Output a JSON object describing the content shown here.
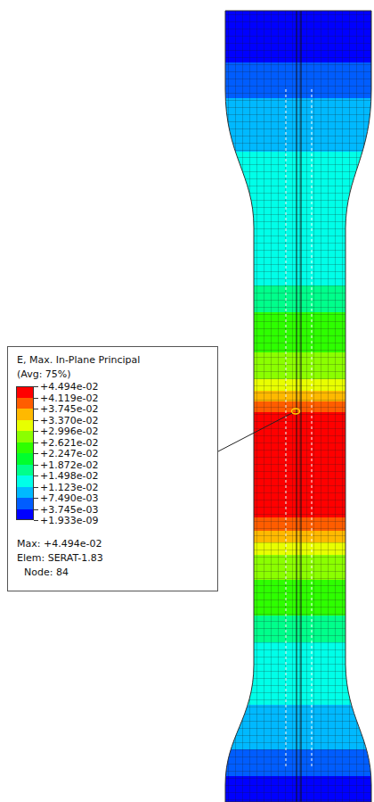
{
  "diagram": {
    "nodes": [
      {
        "text": [
          "E, Max. In-Plane Principal",
          "(Avg: 75%)",
          "Max: +4.494e-02",
          "Elem: SERAT-1.83",
          "Node: 84"
        ]
      }
    ],
    "labels": [
      "+1.933e-09"
    ],
    "legend": [
      {
        "text": "+4.494e-02",
        "color": "#FF0000"
      },
      {
        "text": "+4.119e-02",
        "color": "#FF5D00"
      },
      {
        "text": "+3.745e-02",
        "color": "#FFB900"
      },
      {
        "text": "+3.370e-02",
        "color": "#E8FF00"
      },
      {
        "text": "+2.996e-02",
        "color": "#8BFF00"
      },
      {
        "text": "+2.621e-02",
        "color": "#2EFF00"
      },
      {
        "text": "+2.247e-02",
        "color": "#00FF2E"
      },
      {
        "text": "+1.872e-02",
        "color": "#00FF8B"
      },
      {
        "text": "+1.498e-02",
        "color": "#00FFE8"
      },
      {
        "text": "+1.123e-02",
        "color": "#00B9FF"
      },
      {
        "text": "+7.490e-03",
        "color": "#005DFF"
      },
      {
        "text": "+3.745e-03",
        "color": "#0000FF"
      }
    ]
  }
}
